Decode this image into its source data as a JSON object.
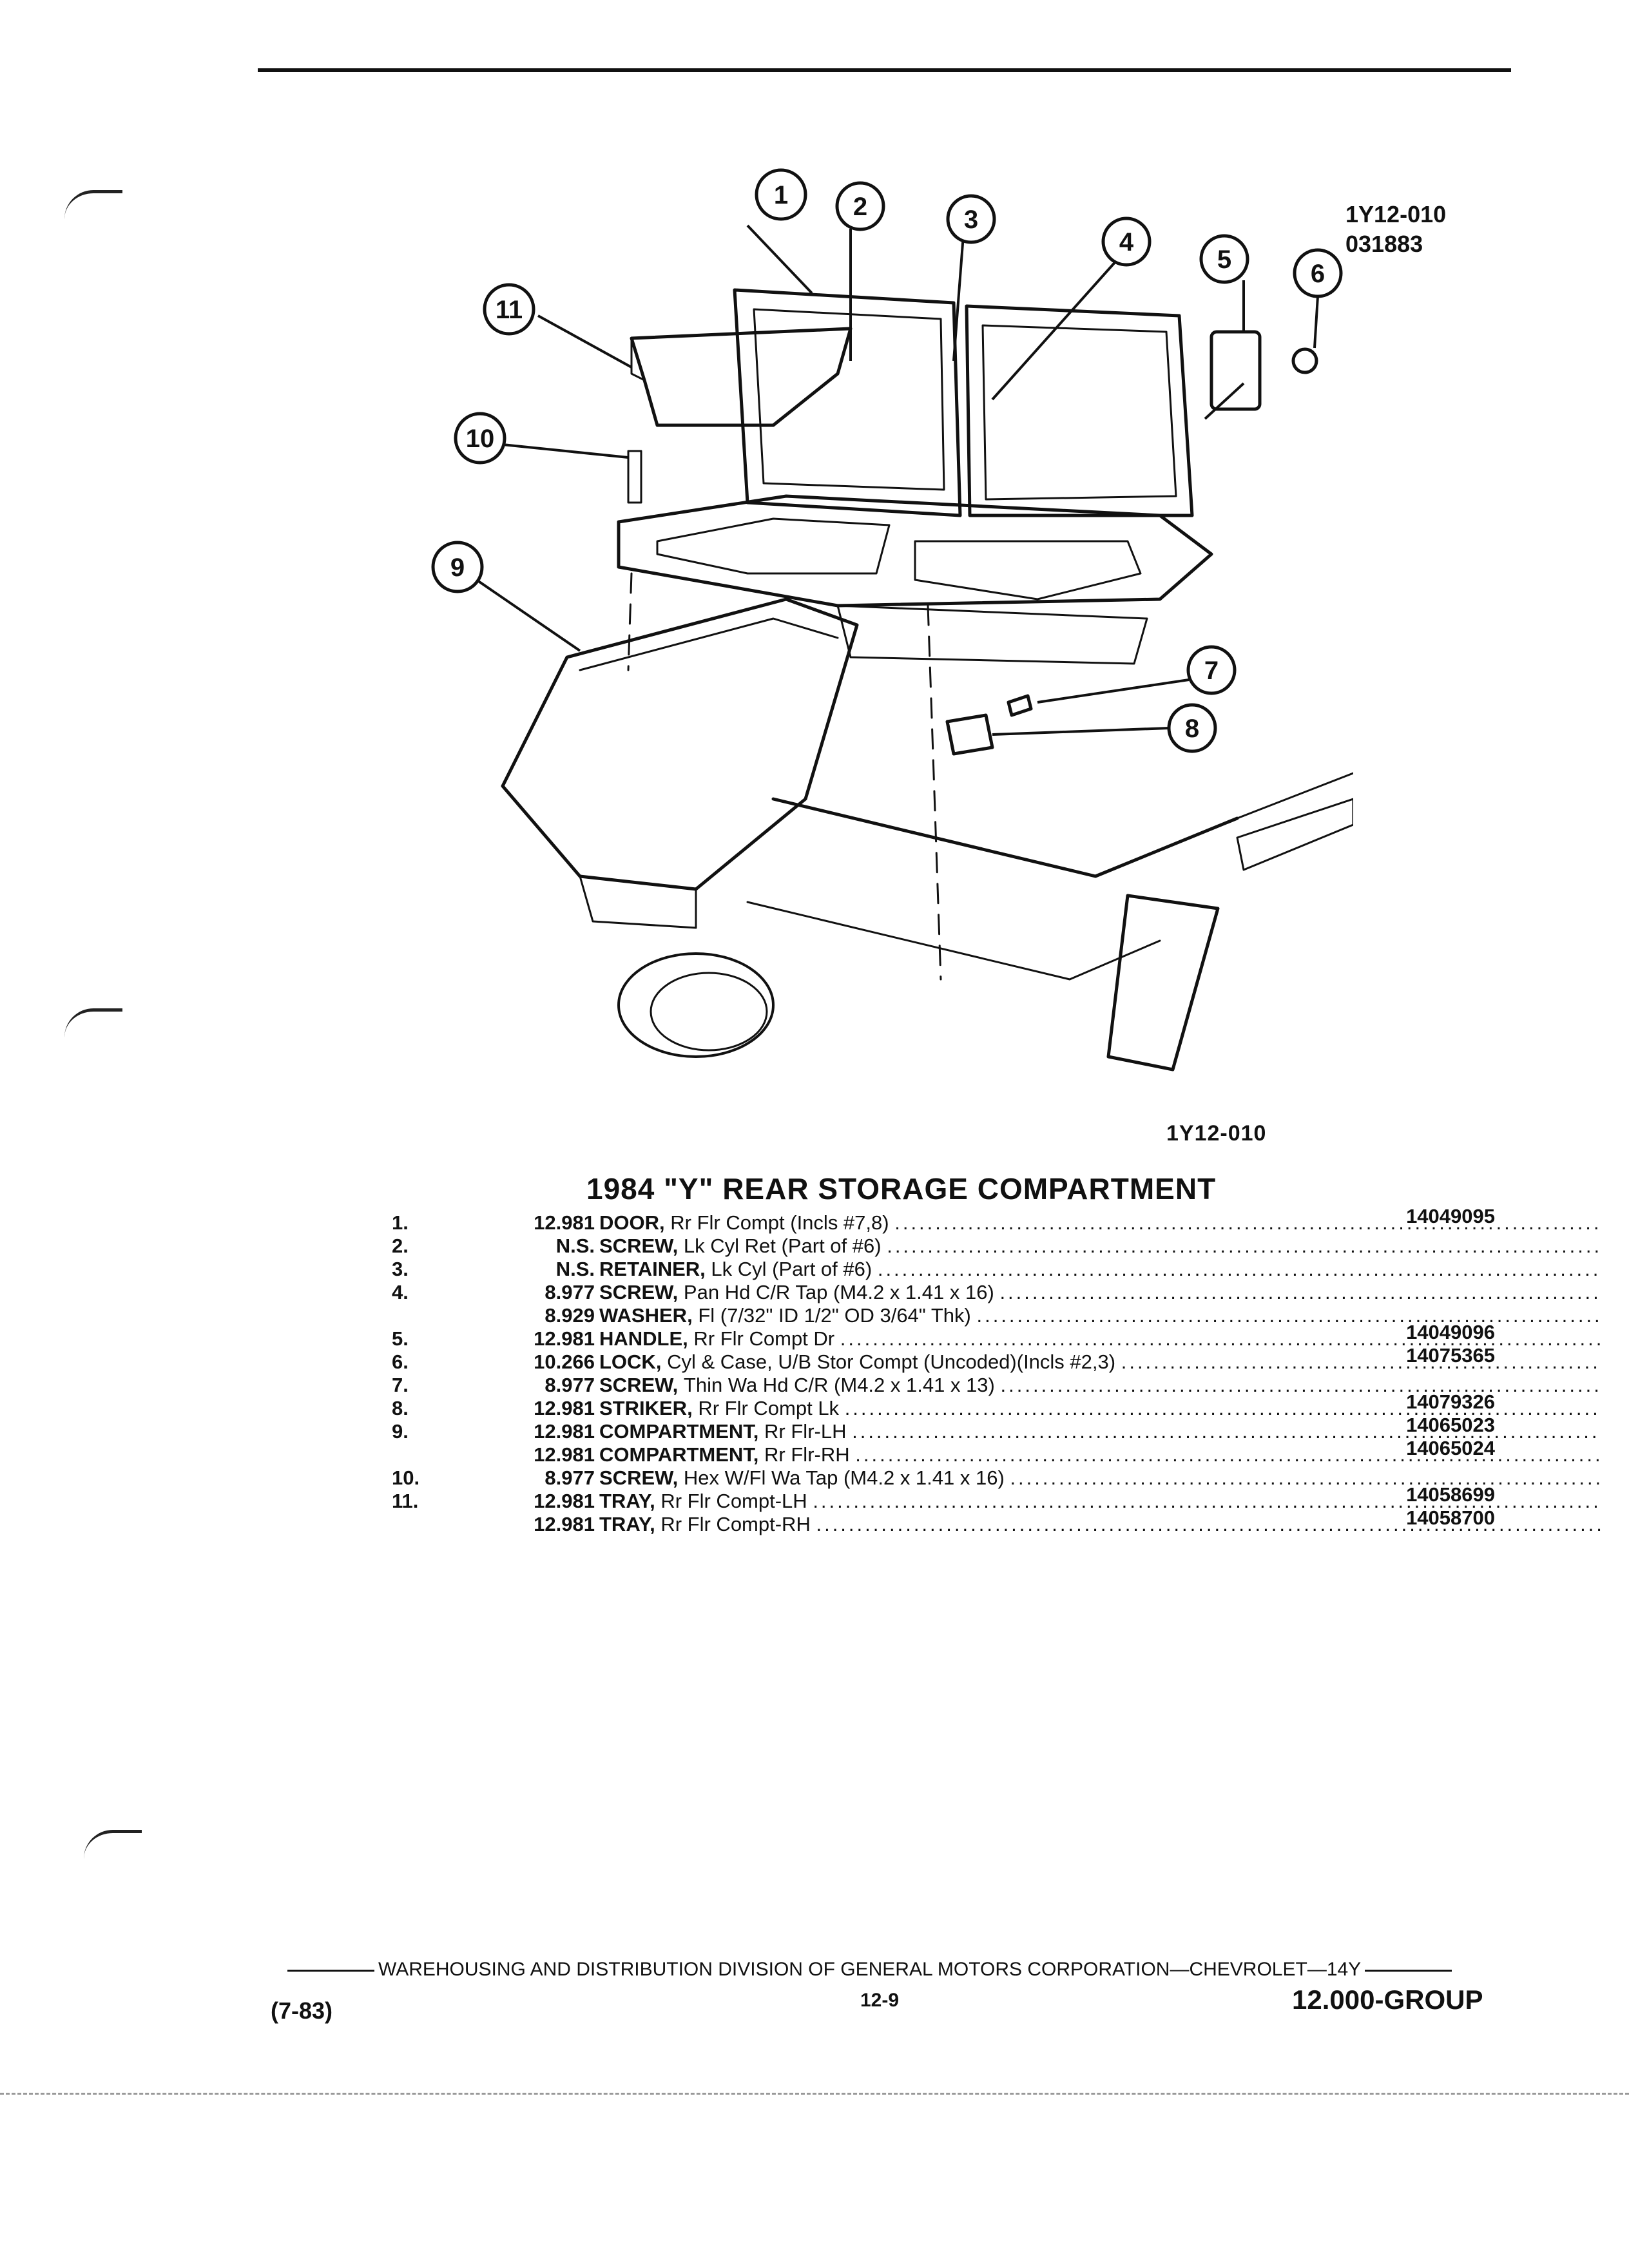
{
  "header": {
    "drawing_code_line1": "1Y12-010",
    "drawing_code_line2": "031883"
  },
  "figure": {
    "id_label": "1Y12-010",
    "callouts": [
      "1",
      "2",
      "3",
      "4",
      "5",
      "6",
      "7",
      "8",
      "9",
      "10",
      "11"
    ]
  },
  "title": "1984 \"Y\" REAR STORAGE COMPARTMENT",
  "parts": [
    {
      "item": "1.",
      "group": "12.981",
      "name": "DOOR,",
      "detail": "Rr Flr Compt (Incls #7,8)",
      "part_no": "14049095"
    },
    {
      "item": "2.",
      "group": "N.S.",
      "name": "SCREW,",
      "detail": "Lk Cyl Ret (Part of #6)",
      "part_no": ""
    },
    {
      "item": "3.",
      "group": "N.S.",
      "name": "RETAINER,",
      "detail": "Lk Cyl (Part of #6)",
      "part_no": ""
    },
    {
      "item": "4.",
      "group": "8.977",
      "name": "SCREW,",
      "detail": "Pan Hd C/R Tap (M4.2 x 1.41 x 16)",
      "part_no": ""
    },
    {
      "item": "",
      "group": "8.929",
      "name": "WASHER,",
      "detail": "Fl (7/32\" ID 1/2\" OD 3/64\" Thk)",
      "part_no": ""
    },
    {
      "item": "5.",
      "group": "12.981",
      "name": "HANDLE,",
      "detail": "Rr Flr Compt Dr",
      "part_no": "14049096"
    },
    {
      "item": "6.",
      "group": "10.266",
      "name": "LOCK,",
      "detail": "Cyl & Case, U/B Stor Compt (Uncoded)(Incls #2,3)",
      "part_no": "14075365"
    },
    {
      "item": "7.",
      "group": "8.977",
      "name": "SCREW,",
      "detail": "Thin Wa Hd C/R (M4.2 x 1.41 x 13)",
      "part_no": ""
    },
    {
      "item": "8.",
      "group": "12.981",
      "name": "STRIKER,",
      "detail": "Rr Flr Compt Lk",
      "part_no": "14079326"
    },
    {
      "item": "9.",
      "group": "12.981",
      "name": "COMPARTMENT,",
      "detail": "Rr Flr-LH",
      "part_no": "14065023"
    },
    {
      "item": "",
      "group": "12.981",
      "name": "COMPARTMENT,",
      "detail": "Rr Flr-RH",
      "part_no": "14065024"
    },
    {
      "item": "10.",
      "group": "8.977",
      "name": "SCREW,",
      "detail": "Hex W/Fl Wa Tap (M4.2 x 1.41 x 16)",
      "part_no": ""
    },
    {
      "item": "11.",
      "group": "12.981",
      "name": "TRAY,",
      "detail": "Rr Flr Compt-LH",
      "part_no": "14058699"
    },
    {
      "item": "",
      "group": "12.981",
      "name": "TRAY,",
      "detail": "Rr Flr Compt-RH",
      "part_no": "14058700"
    }
  ],
  "footer": {
    "division_line": "WAREHOUSING AND DISTRIBUTION  DIVISION OF GENERAL MOTORS CORPORATION—CHEVROLET—14Y",
    "date_code": "(7-83)",
    "page_number": "12-9",
    "group_label": "12.000-GROUP"
  }
}
